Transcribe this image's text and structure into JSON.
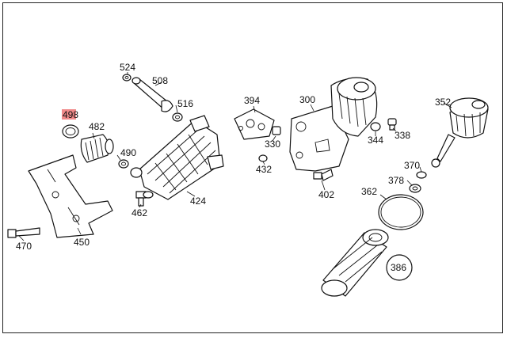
{
  "diagram": {
    "highlight_color": "#f08a8a",
    "labels": [
      {
        "id": "498",
        "text": "498",
        "highlighted": true
      },
      {
        "id": "482",
        "text": "482"
      },
      {
        "id": "524",
        "text": "524"
      },
      {
        "id": "508",
        "text": "508"
      },
      {
        "id": "516",
        "text": "516"
      },
      {
        "id": "490",
        "text": "490"
      },
      {
        "id": "394",
        "text": "394"
      },
      {
        "id": "300",
        "text": "300"
      },
      {
        "id": "352",
        "text": "352"
      },
      {
        "id": "330",
        "text": "330"
      },
      {
        "id": "344",
        "text": "344"
      },
      {
        "id": "338",
        "text": "338"
      },
      {
        "id": "432",
        "text": "432"
      },
      {
        "id": "402",
        "text": "402"
      },
      {
        "id": "370",
        "text": "370"
      },
      {
        "id": "378",
        "text": "378"
      },
      {
        "id": "362",
        "text": "362"
      },
      {
        "id": "424",
        "text": "424"
      },
      {
        "id": "462",
        "text": "462"
      },
      {
        "id": "470",
        "text": "470"
      },
      {
        "id": "450",
        "text": "450"
      },
      {
        "id": "386",
        "text": "386"
      }
    ]
  }
}
